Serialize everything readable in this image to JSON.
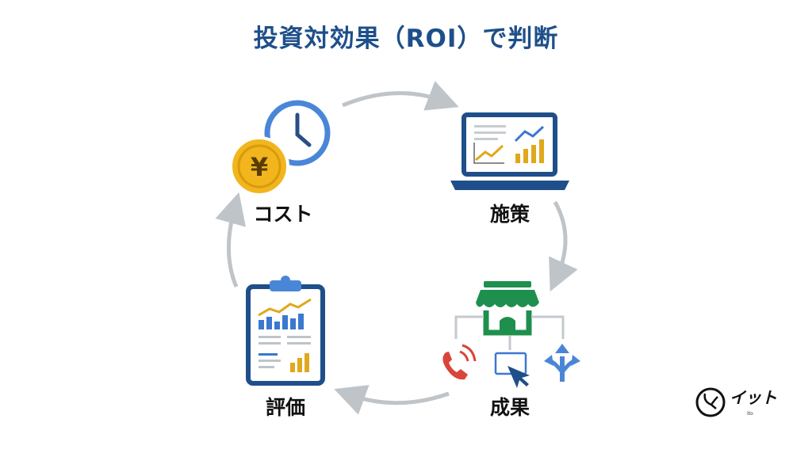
{
  "title": "投資対効果（ROI）で判断",
  "nodes": {
    "cost": {
      "label": "コスト",
      "icon": "yen-coin-clock-icon"
    },
    "measure": {
      "label": "施策",
      "icon": "laptop-chart-icon"
    },
    "result": {
      "label": "成果",
      "icon": "store-channels-icon"
    },
    "evaluation": {
      "label": "評価",
      "icon": "clipboard-report-icon"
    }
  },
  "coin_symbol": "¥",
  "logo": {
    "text": "イット",
    "sub": "ito"
  },
  "colors": {
    "title": "#1e4f8a",
    "arrow": "#bfc4c9",
    "coin": "#f2b51d",
    "clock": "#4a86d8",
    "store": "#1f8f4e",
    "phone": "#d9453a",
    "bars": "#e0a81c",
    "blue": "#3b78d0"
  }
}
